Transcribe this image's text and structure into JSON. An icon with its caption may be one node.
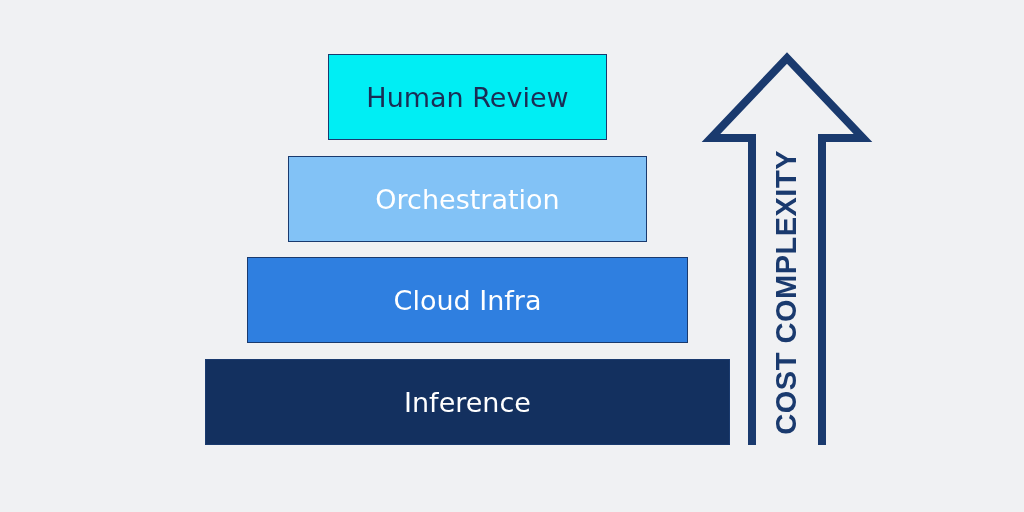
{
  "diagram": {
    "nodes": [
      {
        "text": [
          "Human Review"
        ]
      },
      {
        "text": [
          "Orchestration"
        ]
      },
      {
        "text": [
          "Cloud Infra"
        ]
      },
      {
        "text": [
          "Inference"
        ]
      }
    ],
    "labels": [
      "COST COMPLEXITY"
    ]
  }
}
